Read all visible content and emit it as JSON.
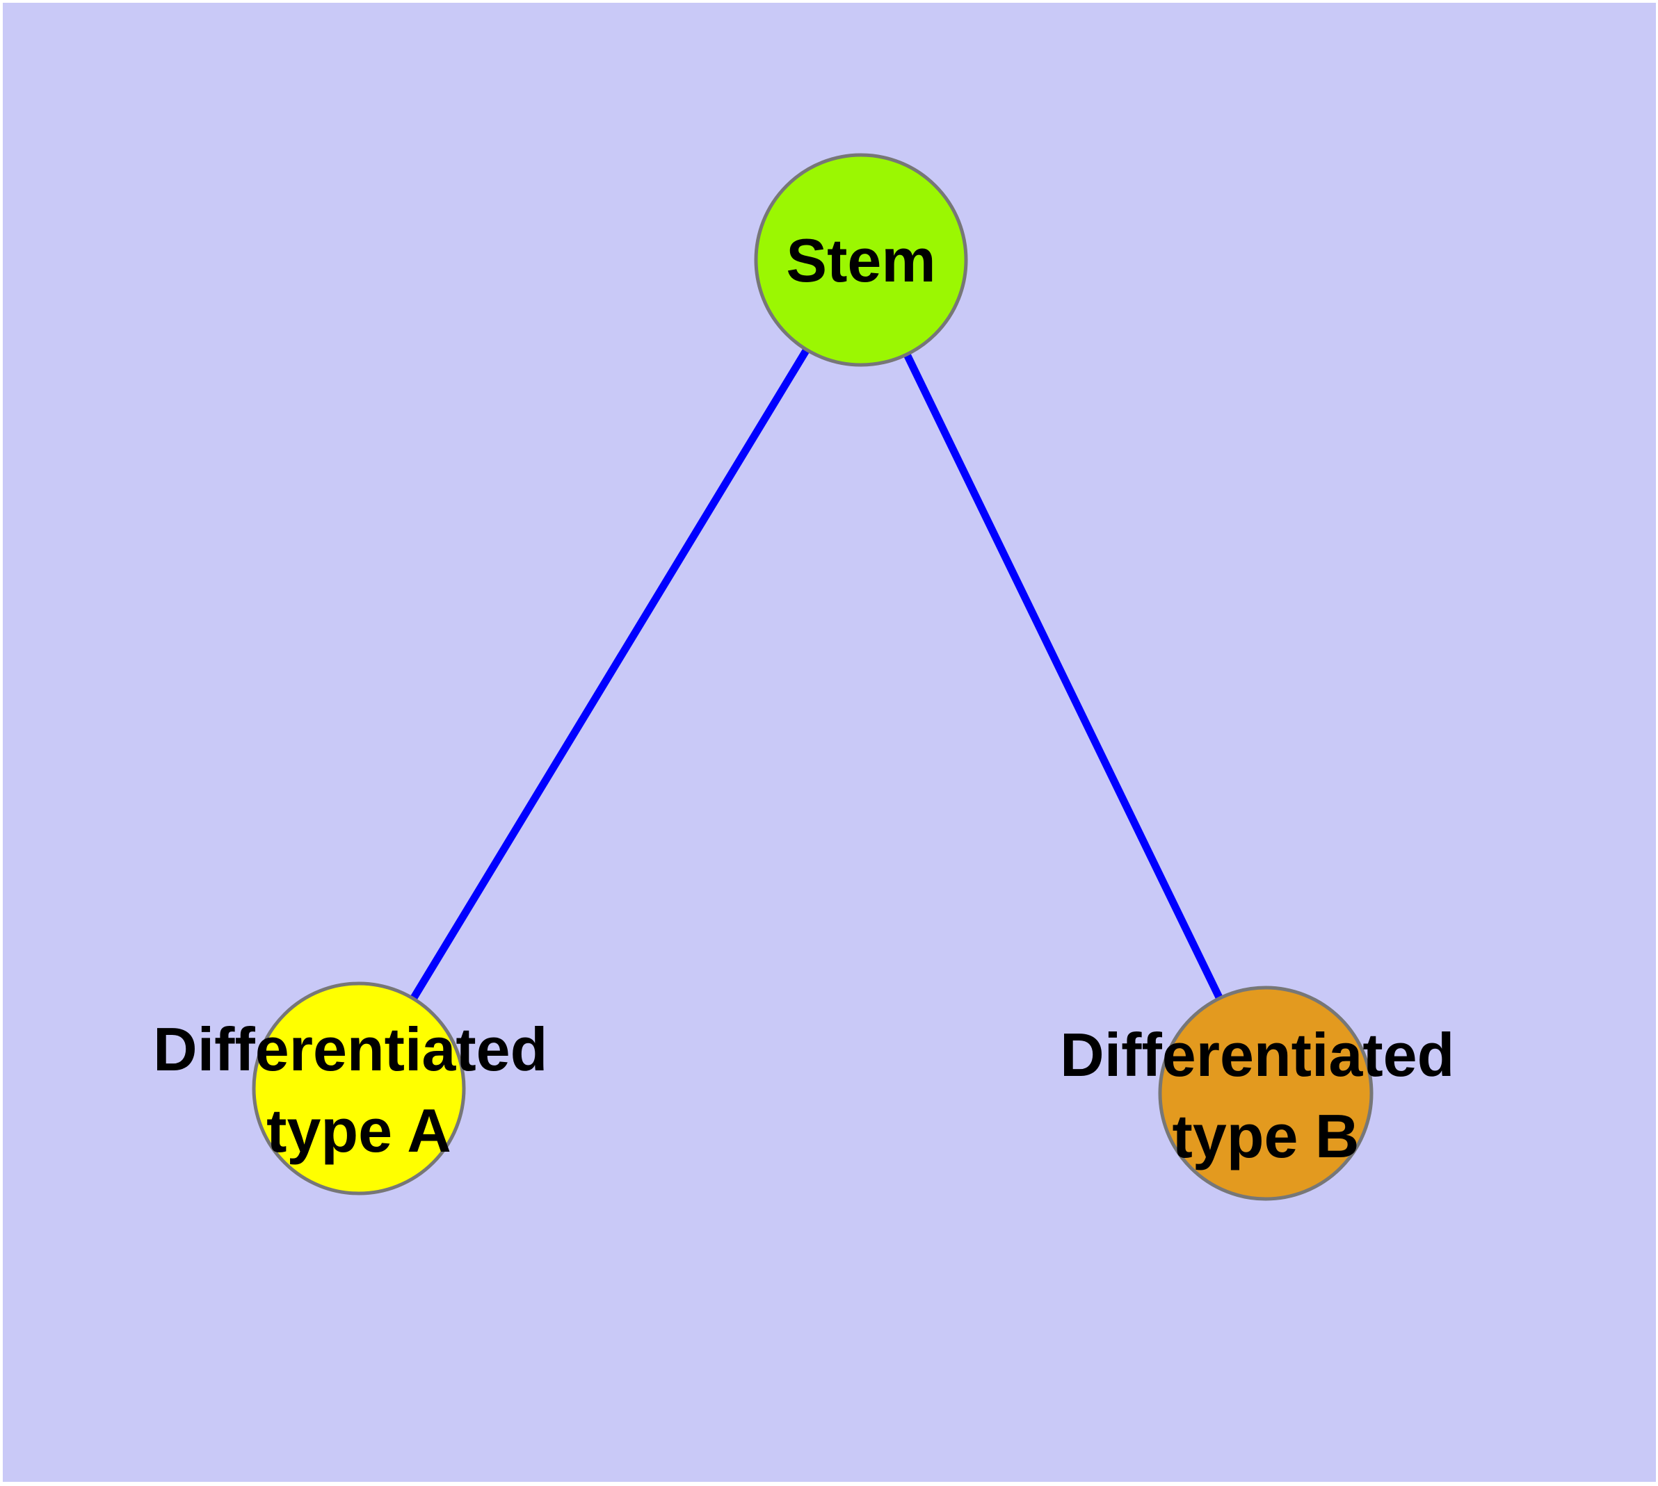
{
  "canvas": {
    "background_color": "#C9C9F7",
    "frame_color": "#FFFFFF"
  },
  "graph": {
    "label_color": "#000000",
    "node_border_color": "#777777",
    "edge_color": "#0000FF",
    "nodes": [
      {
        "id": "stem",
        "label": "Stem",
        "line1": "Stem",
        "line2": "",
        "fill": "#9BF702",
        "border": "#777777"
      },
      {
        "id": "differentiated-type-a",
        "label": "Differentiated type A",
        "line1": "Differentiated",
        "line2": "type A",
        "fill": "#FFFF00",
        "border": "#777777"
      },
      {
        "id": "differentiated-type-b",
        "label": "Differentiated type B",
        "line1": "Differentiated",
        "line2": "type B",
        "fill": "#E39A1F",
        "border": "#777777"
      }
    ],
    "edges": [
      {
        "source": "Stem",
        "target": "Differentiated type A",
        "color": "#0000FF"
      },
      {
        "source": "Stem",
        "target": "Differentiated type B",
        "color": "#0000FF"
      }
    ]
  }
}
